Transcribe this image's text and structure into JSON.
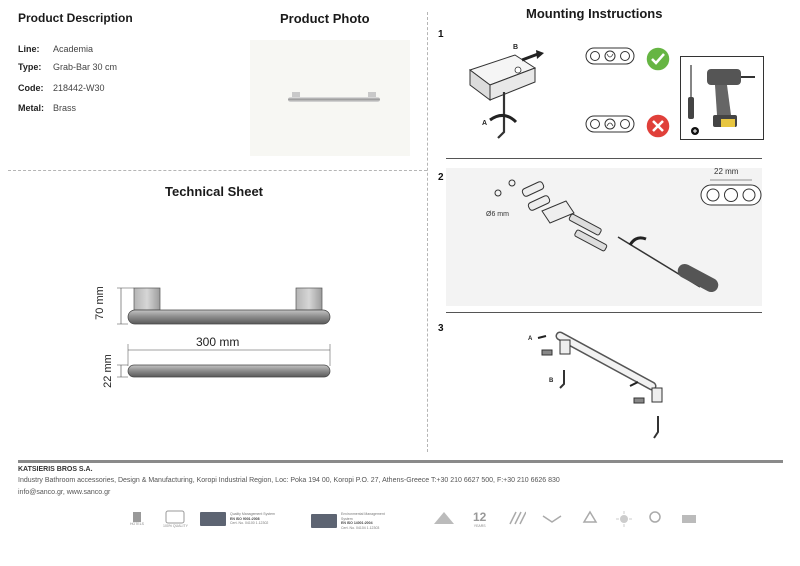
{
  "product_description": {
    "title": "Product Description",
    "fields": [
      {
        "key": "Line:",
        "value": "Academia"
      },
      {
        "key": "Type:",
        "value": "Grab-Bar 30 cm"
      },
      {
        "key": "Code:",
        "value": "218442-W30"
      },
      {
        "key": "Metal:",
        "value": "Brass"
      }
    ]
  },
  "product_photo": {
    "title": "Product Photo"
  },
  "technical_sheet": {
    "title": "Technical Sheet",
    "dim_height": "70 mm",
    "dim_length": "300 mm",
    "dim_diameter": "22 mm"
  },
  "mounting": {
    "title": "Mounting Instructions",
    "steps": [
      {
        "num": "1",
        "label_a": "A",
        "label_b": "B"
      },
      {
        "num": "2",
        "drill_label": "Ø6 mm",
        "spacing_label": "22 mm"
      },
      {
        "num": "3",
        "label_a": "A",
        "label_b": "B"
      }
    ]
  },
  "footer": {
    "company": "KATSIERIS BROS S.A.",
    "address": "Industry Bathroom accessories, Design & Manufacturing, Koropi Industrial Region, Loc: Poka 194 00, Koropi P.O. 27, Athens-Greece   T:+30 210 6627 500, F:+30 210 6626 830",
    "contact": "info@sanco.gr, www.sanco.gr",
    "certs": {
      "hotels": "HOTELS",
      "quality": "100% QUALITY",
      "iso9001_title": "Quality Management System",
      "iso9001_code": "EN ISO 9001:2008",
      "iso9001_cert": "Cert. No. 04100 1.12302",
      "iso14001_title": "Environmental Management System",
      "iso14001_code": "EN ISO 14001:2004",
      "iso14001_cert": "Cert. No. 04104 1.12303",
      "years": "12",
      "years_label": "YEARS"
    }
  },
  "colors": {
    "ok": "#66b543",
    "error": "#e0403a",
    "bar": "#8a8a8a"
  }
}
